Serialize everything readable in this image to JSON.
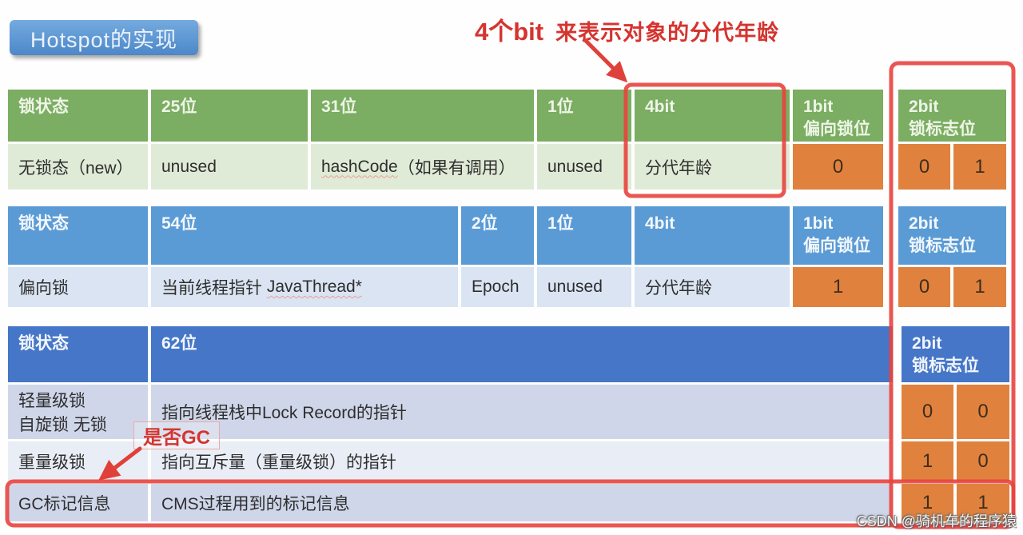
{
  "title": "Hotspot的实现",
  "watermark": "CSDN @骑机车的程序猿",
  "annotations": {
    "age_highlight": "4个bit",
    "age_text": "来表示对象的分代年龄",
    "gc_label": "是否GC"
  },
  "colors": {
    "green_header": "#7bad62",
    "green_row": "#e0ebd7",
    "blue_header": "#5b9bd5",
    "blue_row": "#dae4f3",
    "darkblue_header": "#4576c7",
    "row_dark": "#cfd6e9",
    "row_light": "#e9edf6",
    "orange_cell": "#e0823e",
    "annotation_red": "#d5342f",
    "title_blue": "#5e97d3"
  },
  "table1": {
    "headers": {
      "c1": "锁状态",
      "c2": "25位",
      "c3": "31位",
      "c4": "1位",
      "c5": "4bit",
      "c6": "1bit\n偏向锁位",
      "c7": "2bit\n锁标志位"
    },
    "row": {
      "state": "无锁态（new）",
      "c2": "unused",
      "c3_link": "hashCode",
      "c3_rest": "（如果有调用）",
      "c4": "unused",
      "c5": "分代年龄",
      "bias": "0",
      "flag1": "0",
      "flag2": "1"
    }
  },
  "table2": {
    "headers": {
      "c1": "锁状态",
      "c2": "54位",
      "c3": "2位",
      "c4": "1位",
      "c5": "4bit",
      "c6": "1bit\n偏向锁位",
      "c7": "2bit\n锁标志位"
    },
    "row": {
      "state": "偏向锁",
      "c2_plain": "当前线程指针 ",
      "c2_link": "JavaThread*",
      "c3": "Epoch",
      "c4": "unused",
      "c5": "分代年龄",
      "bias": "1",
      "flag1": "0",
      "flag2": "1"
    }
  },
  "table3": {
    "headers": {
      "c1": "锁状态",
      "c2": "62位",
      "c7": "2bit\n锁标志位"
    },
    "rows": [
      {
        "state": "轻量级锁\n自旋锁 无锁",
        "desc": "指向线程栈中Lock Record的指针",
        "flag1": "0",
        "flag2": "0"
      },
      {
        "state": "重量级锁",
        "desc": "指向互斥量（重量级锁）的指针",
        "flag1": "1",
        "flag2": "0"
      },
      {
        "state": "GC标记信息",
        "desc": "CMS过程用到的标记信息",
        "flag1": "1",
        "flag2": "1"
      }
    ]
  }
}
